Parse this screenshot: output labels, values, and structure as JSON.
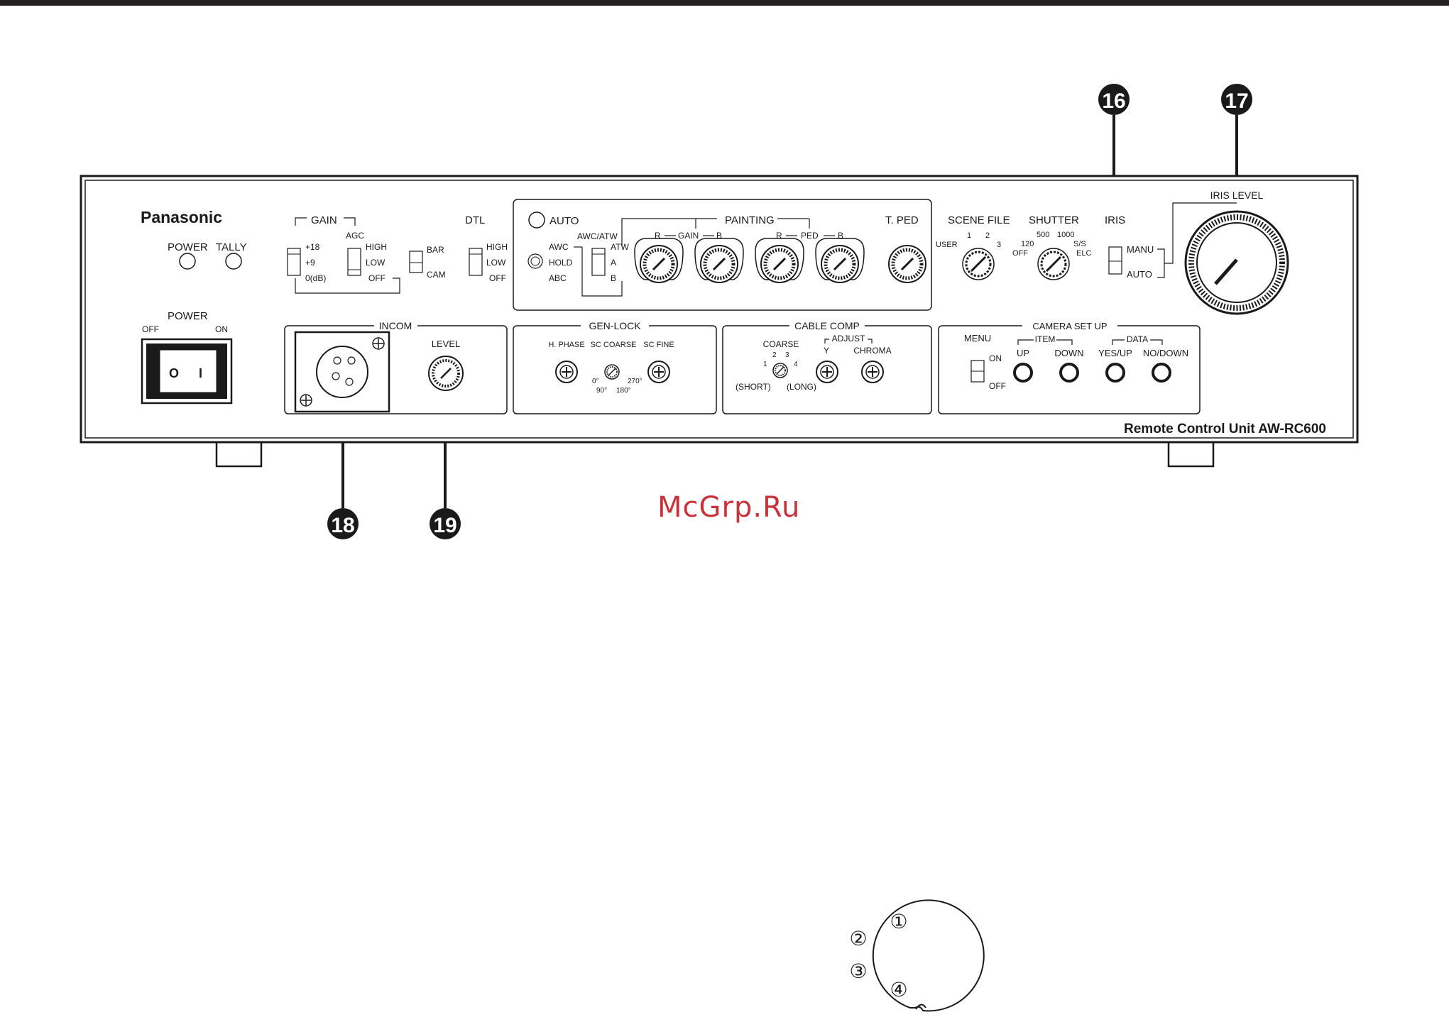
{
  "device": {
    "brand": "Panasonic",
    "model_label": "Remote Control Unit  AW-RC600"
  },
  "callouts": [
    "16",
    "17",
    "18",
    "19"
  ],
  "power_indicators": {
    "power": "POWER",
    "tally": "TALLY"
  },
  "power_switch": {
    "title": "POWER",
    "off": "OFF",
    "on": "ON",
    "off_mark": "O",
    "on_mark": "I"
  },
  "gain": {
    "title": "GAIN",
    "agc": "AGC",
    "steps": [
      "+18",
      "+9",
      "0(dB)"
    ],
    "agc_steps": [
      "HIGH",
      "LOW",
      "OFF"
    ]
  },
  "bar_cam": {
    "bar": "BAR",
    "cam": "CAM"
  },
  "dtl": {
    "title": "DTL",
    "steps": [
      "HIGH",
      "LOW",
      "OFF"
    ]
  },
  "painting_section": {
    "auto": "AUTO",
    "awc": "AWC",
    "hold": "HOLD",
    "abc": "ABC",
    "awc_atw": "AWC/ATW",
    "atw": "ATW",
    "a": "A",
    "b": "B",
    "painting": "PAINTING",
    "gain": "GAIN",
    "ped": "PED",
    "r": "R",
    "t_ped": "T. PED"
  },
  "scene_file": {
    "title": "SCENE FILE",
    "user": "USER",
    "p1": "1",
    "p2": "2",
    "p3": "3"
  },
  "shutter": {
    "title": "SHUTTER",
    "off": "OFF",
    "s120": "120",
    "s500": "500",
    "s1000": "1000",
    "ss": "S/S",
    "elc": "ELC"
  },
  "iris": {
    "title": "IRIS",
    "manu": "MANU",
    "auto": "AUTO",
    "level": "IRIS LEVEL"
  },
  "incom": {
    "title": "INCOM",
    "level": "LEVEL"
  },
  "genlock": {
    "title": "GEN-LOCK",
    "h_phase": "H. PHASE",
    "sc_coarse": "SC COARSE",
    "sc_fine": "SC FINE",
    "deg0": "0°",
    "deg90": "90°",
    "deg180": "180°",
    "deg270": "270°"
  },
  "cable_comp": {
    "title": "CABLE COMP",
    "coarse": "COARSE",
    "adjust": "ADJUST",
    "y": "Y",
    "chroma": "CHROMA",
    "short": "(SHORT)",
    "long": "(LONG)",
    "n1": "1",
    "n2": "2",
    "n3": "3",
    "n4": "4"
  },
  "camera_setup": {
    "title": "CAMERA   SET   UP",
    "menu": "MENU",
    "on": "ON",
    "off": "OFF",
    "item": "ITEM",
    "data": "DATA",
    "up": "UP",
    "down": "DOWN",
    "yes_up": "YES/UP",
    "no_down": "NO/DOWN"
  },
  "connector_pins": [
    "①",
    "②",
    "③",
    "④"
  ],
  "watermark": "McGrp.Ru"
}
